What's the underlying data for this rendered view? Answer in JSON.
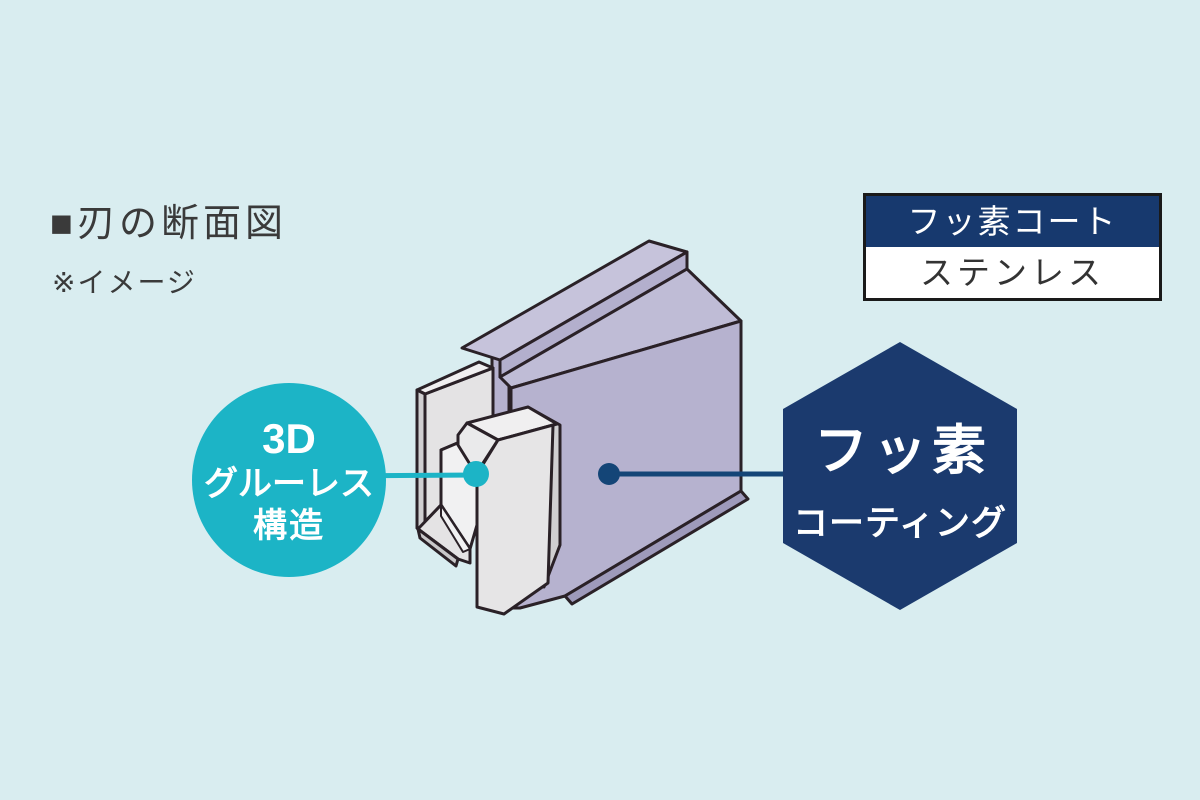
{
  "page": {
    "background_color": "#d9edf0",
    "description_names": "blade-cross-section-diagram"
  },
  "title": {
    "text": "■刃の断面図",
    "note": "※イメージ"
  },
  "legend": {
    "rows": [
      {
        "label": "フッ素コート",
        "bg": "#17396e",
        "color": "#ffffff"
      },
      {
        "label": "ステンレス",
        "bg": "#ffffff",
        "color": "#333333"
      }
    ]
  },
  "callouts": {
    "glueless": {
      "lines": [
        "3D",
        "グルーレス",
        "構造"
      ],
      "color": "#1cb4c6"
    },
    "fluorine": {
      "line1": "フッ素",
      "line2": "コーティング",
      "color": "#1b3a6e"
    }
  },
  "colors": {
    "background": "#d9edf0",
    "teal_accent": "#1cb4c6",
    "navy_accent": "#1b3a6e",
    "connector_navy": "#144577",
    "resin_lavender": "#b6b2cf",
    "resin_lavender_light": "#c6c3db",
    "steel_gray": "#e4e3e4",
    "steel_gray_light": "#f0eff0",
    "steel_gray_dark": "#d0cfd1",
    "outline": "#2a2127",
    "title_text": "#3a3a3a"
  }
}
